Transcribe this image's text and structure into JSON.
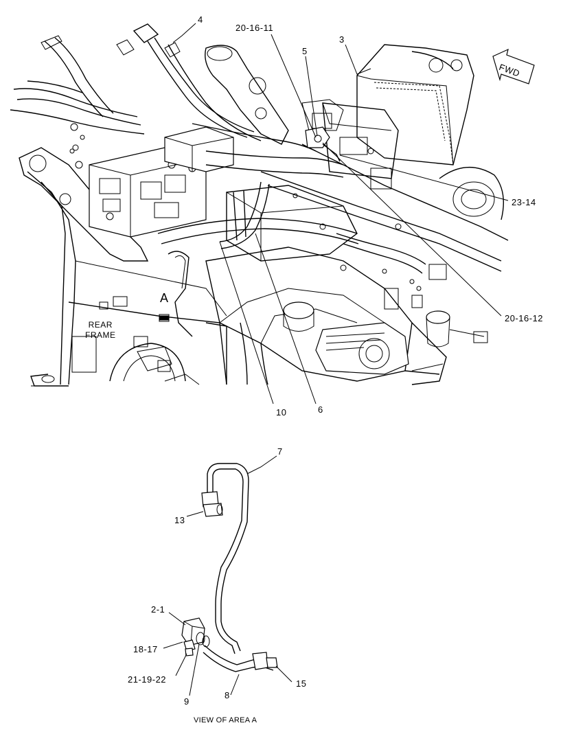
{
  "callouts": {
    "c4": "4",
    "c20_16_11": "20-16-11",
    "c5": "5",
    "c3": "3",
    "c23_14": "23-14",
    "c20_16_12": "20-16-12",
    "c10": "10",
    "c6": "6",
    "c7": "7",
    "c13": "13",
    "c2_1": "2-1",
    "c18_17": "18-17",
    "c21_19_22": "21-19-22",
    "c9": "9",
    "c8": "8",
    "c15": "15"
  },
  "area_letter": "A",
  "frame_label": {
    "line1": "REAR",
    "line2": "FRAME"
  },
  "fwd_label": "FWD",
  "view_caption": "VIEW OF AREA  A",
  "colors": {
    "line": "#000000",
    "background": "#ffffff"
  }
}
